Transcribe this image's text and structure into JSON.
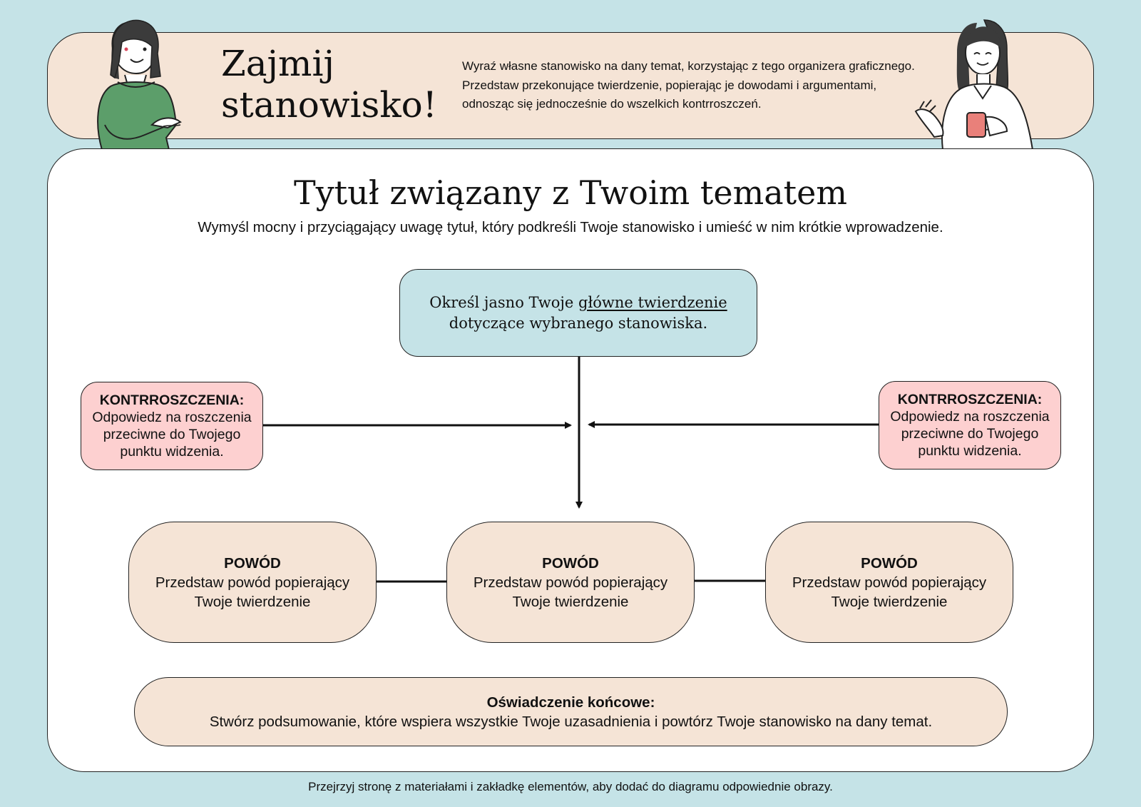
{
  "header": {
    "title_line1": "Zajmij",
    "title_line2": "stanowisko!",
    "description": "Wyraź własne stanowisko na dany temat, korzystając z tego organizera graficznego. Przedstaw przekonujące twierdzenie, popierając je dowodami i argumentami, odnosząc się jednocześnie do wszelkich kontrroszczeń."
  },
  "main": {
    "title": "Tytuł związany z Twoim tematem",
    "subtitle": "Wymyśl mocny i przyciągający uwagę tytuł, który podkreśli Twoje stanowisko i umieść w nim krótkie wprowadzenie."
  },
  "claim": {
    "prefix": "Określ jasno Twoje ",
    "underlined": "główne twierdzenie",
    "line2": "dotyczące wybranego stanowiska."
  },
  "counterclaims": [
    {
      "heading": "KONTRROSZCZENIA:",
      "line1": "Odpowiedz na roszczenia",
      "line2": "przeciwne do Twojego",
      "line3": "punktu widzenia."
    },
    {
      "heading": "KONTRROSZCZENIA:",
      "line1": "Odpowiedz na roszczenia",
      "line2": "przeciwne do Twojego",
      "line3": "punktu widzenia."
    }
  ],
  "reasons": [
    {
      "heading": "POWÓD",
      "line1": "Przedstaw powód popierający",
      "line2": "Twoje twierdzenie"
    },
    {
      "heading": "POWÓD",
      "line1": "Przedstaw powód popierający",
      "line2": "Twoje twierdzenie"
    },
    {
      "heading": "POWÓD",
      "line1": "Przedstaw powód popierający",
      "line2": "Twoje twierdzenie"
    }
  ],
  "conclusion": {
    "heading": "Oświadczenie końcowe:",
    "text": "Stwórz podsumowanie, które wspiera wszystkie Twoje uzasadnienia i powtórz Twoje stanowisko na dany temat."
  },
  "footer": {
    "text": "Przejrzyj stronę z materiałami i zakładkę elementów, aby dodać do diagramu odpowiednie obrazy."
  },
  "colors": {
    "background": "#c5e3e7",
    "peach": "#f5e4d6",
    "pink": "#fdd0d0",
    "blue": "#c5e3e7",
    "green_shirt": "#5c9e6a",
    "mug": "#e9807a"
  }
}
